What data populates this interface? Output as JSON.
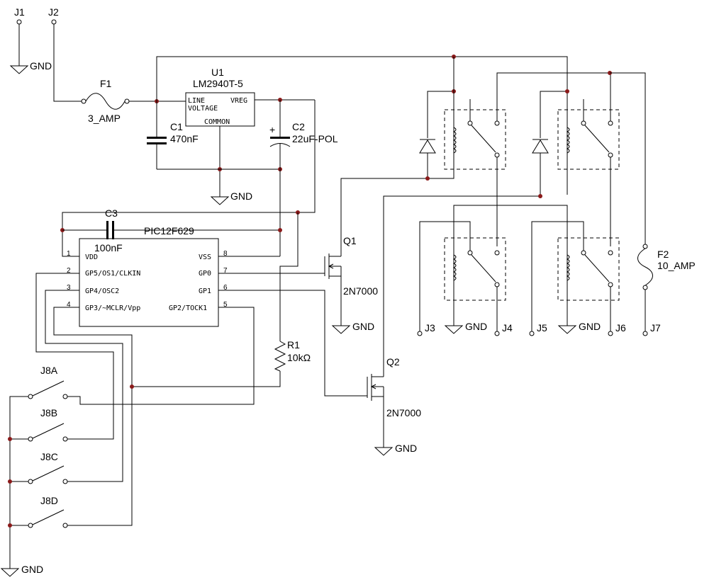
{
  "connectors": {
    "j1": "J1",
    "j2": "J2",
    "j3": "J3",
    "j4": "J4",
    "j5": "J5",
    "j6": "J6",
    "j7": "J7",
    "j8a": "J8A",
    "j8b": "J8B",
    "j8c": "J8C",
    "j8d": "J8D"
  },
  "gnd": "GND",
  "fuses": {
    "f1": {
      "ref": "F1",
      "value": "3_AMP"
    },
    "f2": {
      "ref": "F2",
      "value": "10_AMP"
    }
  },
  "regulator": {
    "ref": "U1",
    "part": "LM2940T-5",
    "pin_line": "LINE",
    "pin_voltage": "VOLTAGE",
    "pin_vreg": "VREG",
    "pin_common": "COMMON"
  },
  "capacitors": {
    "c1": {
      "ref": "C1",
      "value": "470nF"
    },
    "c2": {
      "ref": "C2",
      "value": "22uF-POL",
      "polarity": "+"
    },
    "c3": {
      "ref": "C3",
      "value": "100nF"
    }
  },
  "mcu": {
    "part": "PIC12F629",
    "pins": [
      {
        "num": "1",
        "name": "VDD"
      },
      {
        "num": "2",
        "name": "GP5/OS1/CLKIN"
      },
      {
        "num": "3",
        "name": "GP4/OSC2"
      },
      {
        "num": "4",
        "name": "GP3/~MCLR/Vpp"
      },
      {
        "num": "8",
        "name": "VSS"
      },
      {
        "num": "7",
        "name": "GP0"
      },
      {
        "num": "6",
        "name": "GP1"
      },
      {
        "num": "5",
        "name": "GP2/TOCK1"
      }
    ]
  },
  "resistor": {
    "ref": "R1",
    "value": "10kΩ"
  },
  "transistors": {
    "q1": {
      "ref": "Q1",
      "part": "2N7000"
    },
    "q2": {
      "ref": "Q2",
      "part": "2N7000"
    }
  },
  "colors": {
    "wire": "#000000",
    "junction": "#8b1a1a",
    "background": "#ffffff"
  }
}
